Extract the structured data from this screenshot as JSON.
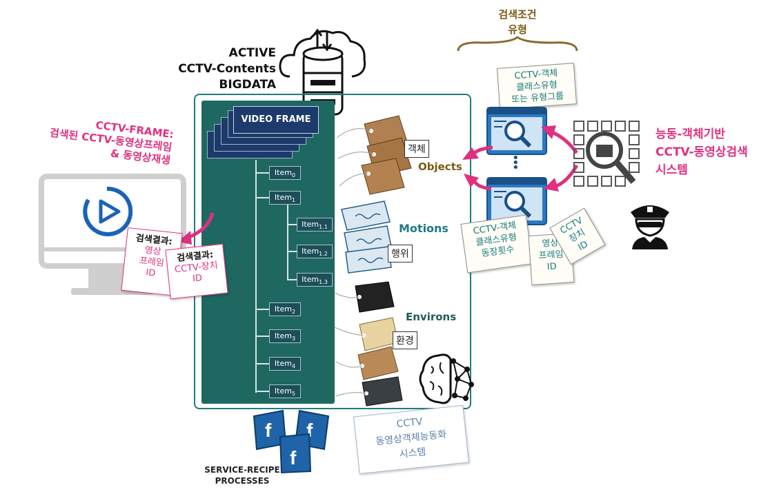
{
  "header": {
    "bigdata_title": [
      "ACTIVE",
      "CCTV-Contents",
      "BIGDATA"
    ]
  },
  "left_panel": {
    "frame_title": [
      "CCTV-FRAME:",
      "검색된 CCTV-동영상프레임",
      "& 동영상재생"
    ],
    "result_frame": {
      "head": "검색결과:",
      "lines": [
        "영상",
        "프레임",
        "ID"
      ]
    },
    "result_device": {
      "head": "검색결과:",
      "lines": [
        "CCTV-장치",
        "ID"
      ]
    }
  },
  "video_panel": {
    "frame_label": "VIDEO FRAME",
    "items": [
      "Item0",
      "Item1",
      "Item1.1",
      "Item1.2",
      "Item1.3",
      "Item2",
      "Item3",
      "Item4",
      "Item5"
    ]
  },
  "categories": {
    "objects": {
      "label": "Objects",
      "tag": "객체"
    },
    "motions": {
      "label": "Motions",
      "tag": "행위"
    },
    "environs": {
      "label": "Environs",
      "tag": "환경"
    }
  },
  "search": {
    "condition_title": [
      "검색조건",
      "유형"
    ],
    "note_class_group": [
      "CCTV-객체",
      "클래스유형",
      "또는 유형그룹"
    ],
    "note_class_count": [
      "CCTV-객체",
      "클래스유형",
      "동장횟수"
    ],
    "note_frame_id": [
      "영상",
      "프레임",
      "ID"
    ],
    "note_device_id": [
      "CCTV",
      "장치",
      "ID"
    ],
    "system_title": [
      "능동-객체기반",
      "CCTV-동영상검색",
      "시스템"
    ]
  },
  "bottom": {
    "service_label": [
      "SERVICE-RECIPE",
      "PROCESSES"
    ],
    "activation_note": [
      "CCTV",
      "동영상객체능동화",
      "시스템"
    ]
  },
  "colors": {
    "teal": "#1f7a80",
    "pink": "#e0307f",
    "dark_panel": "#1f6862",
    "brown": "#7a5a10",
    "blue": "#1a63b7"
  }
}
